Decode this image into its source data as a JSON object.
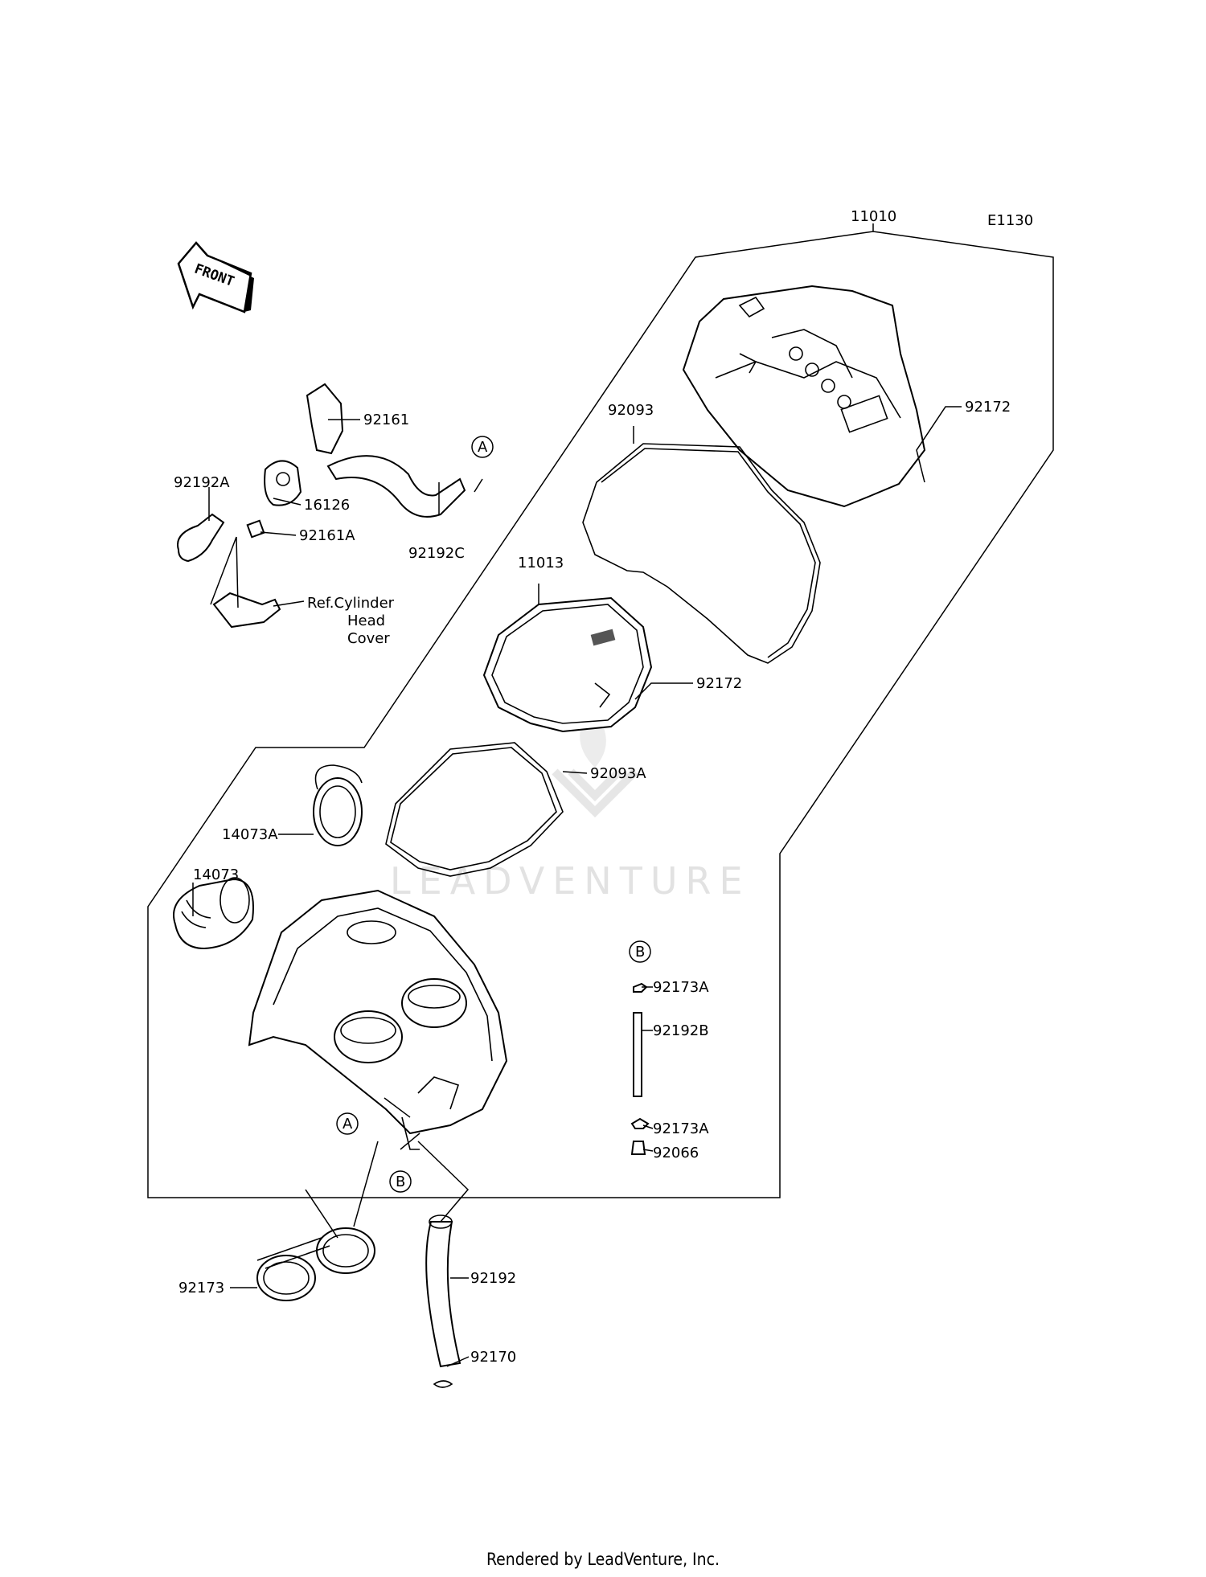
{
  "diagram": {
    "code": "E1130",
    "front_text": "FRONT",
    "watermark": "LEADVENTURE",
    "labels": {
      "p11010": "11010",
      "p92172_top": "92172",
      "p92093": "92093",
      "p92161": "92161",
      "p92192A": "92192A",
      "p16126": "16126",
      "p92161A": "92161A",
      "p92192C": "92192C",
      "ref_line1": "Ref.Cylinder",
      "ref_line2": "Head",
      "ref_line3": "Cover",
      "p11013": "11013",
      "p92172_mid": "92172",
      "p92093A": "92093A",
      "p14073A": "14073A",
      "p14073": "14073",
      "p92173A_top": "92173A",
      "p92192B": "92192B",
      "p92173A_bot": "92173A",
      "p92066": "92066",
      "p92173": "92173",
      "p92192": "92192",
      "p92170": "92170",
      "mark_A1": "A",
      "mark_A2": "A",
      "mark_B1": "B",
      "mark_B2": "B"
    }
  },
  "footer": "Rendered by LeadVenture, Inc."
}
